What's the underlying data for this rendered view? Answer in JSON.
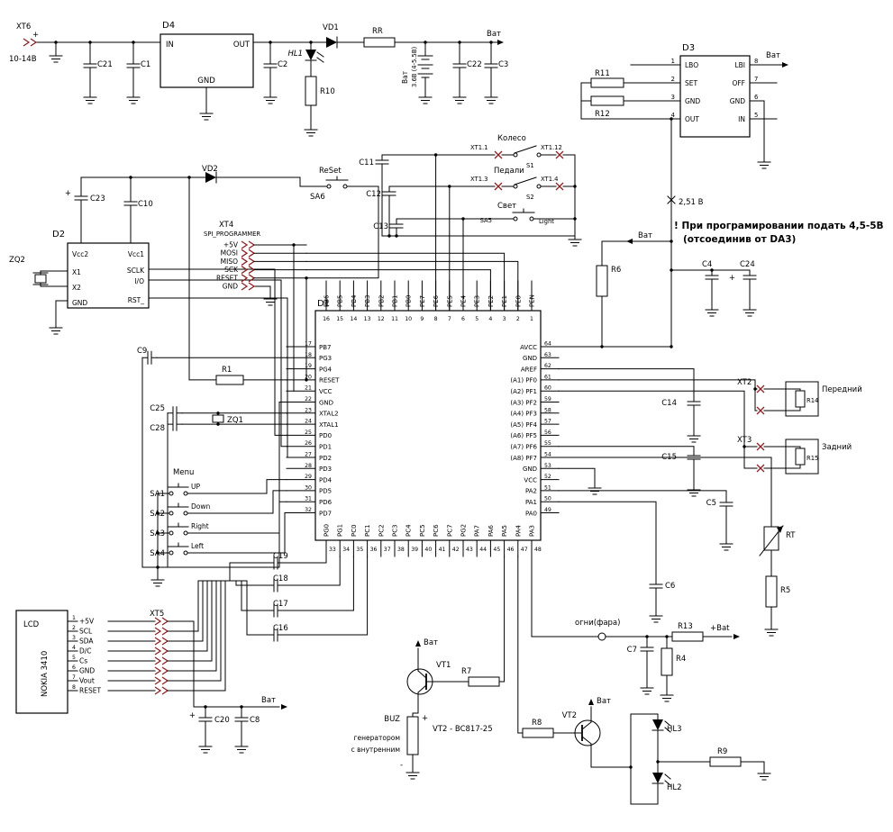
{
  "meta": {
    "bg": "#ffffff",
    "wire_color": "#000000",
    "connector_color": "#8b2323"
  },
  "sym": {
    "plus": "+",
    "minus": "-"
  },
  "power": {
    "xt6": "XT6",
    "input_range": "10-14В",
    "d4": {
      "ref": "D4",
      "pin_in": "IN",
      "pin_out": "OUT",
      "pin_gnd": "GND"
    },
    "hl1": "HL1",
    "vd1": "VD1",
    "battery_label": "Ват",
    "battery_voltage": "3.6В (4-5.5В)",
    "vbat_out": "Ват"
  },
  "supervisor": {
    "ref": "D3",
    "left_pins": [
      {
        "num": "1",
        "name": "LBO"
      },
      {
        "num": "2",
        "name": "SET"
      },
      {
        "num": "3",
        "name": "GND"
      },
      {
        "num": "4",
        "name": "OUT"
      }
    ],
    "right_pins": [
      {
        "num": "8",
        "name": "LBI"
      },
      {
        "num": "7",
        "name": "OFF"
      },
      {
        "num": "6",
        "name": "GND"
      },
      {
        "num": "5",
        "name": "IN"
      }
    ],
    "vbat": "Ват",
    "ref_point": "2,51 В",
    "warning_line1": "! При програмировании подать 4,5-5В",
    "warning_line2": "(отсоединив от DA3)",
    "vbat_feed": "Ват"
  },
  "rtc": {
    "ref": "D2",
    "vd2": "VD2",
    "zq2": "ZQ2",
    "pins": {
      "vcc2": "Vcc2",
      "vcc1": "Vcc1",
      "x1": "X1",
      "sclk": "SCLK",
      "io": "I/O",
      "x2": "X2",
      "gnd": "GND",
      "rst": "RST_"
    }
  },
  "inputs": {
    "reset_label": "ReSet",
    "sa6": "SA6",
    "wheel_label": "Колесо",
    "xt1_1": "XT1.1",
    "xt1_12": "XT1.12",
    "s1": "S1",
    "pedals_label": "Педали",
    "xt1_3": "XT1.3",
    "xt1_4": "XT1.4",
    "s2": "S2",
    "light_label": "Свет",
    "sa5": "SA5",
    "light_sw": "Light"
  },
  "spi": {
    "ref": "XT4",
    "title": "SPI_PROGRAMMER",
    "pins": [
      "+5V",
      "MOSI",
      "MISO",
      "SCK",
      "RESET",
      "GND"
    ]
  },
  "mcu": {
    "ref": "D1",
    "top_pins": [
      {
        "num": "16",
        "name": "PB6"
      },
      {
        "num": "15",
        "name": "PB5"
      },
      {
        "num": "14",
        "name": "PB4"
      },
      {
        "num": "13",
        "name": "PB3"
      },
      {
        "num": "12",
        "name": "PB2"
      },
      {
        "num": "11",
        "name": "PB1"
      },
      {
        "num": "10",
        "name": "PB0"
      },
      {
        "num": "9",
        "name": "PE7"
      },
      {
        "num": "8",
        "name": "PE6"
      },
      {
        "num": "7",
        "name": "PE5"
      },
      {
        "num": "6",
        "name": "PE4"
      },
      {
        "num": "5",
        "name": "PE3"
      },
      {
        "num": "4",
        "name": "PE2"
      },
      {
        "num": "3",
        "name": "PE1"
      },
      {
        "num": "2",
        "name": "PE0"
      },
      {
        "num": "1",
        "name": "PEN"
      }
    ],
    "left_pins": [
      {
        "num": "17",
        "name": "PB7"
      },
      {
        "num": "18",
        "name": "PG3"
      },
      {
        "num": "19",
        "name": "PG4"
      },
      {
        "num": "20",
        "name": "RESET"
      },
      {
        "num": "21",
        "name": "VCC"
      },
      {
        "num": "22",
        "name": "GND"
      },
      {
        "num": "23",
        "name": "XTAL2"
      },
      {
        "num": "24",
        "name": "XTAL1"
      },
      {
        "num": "25",
        "name": "PD0"
      },
      {
        "num": "26",
        "name": "PD1"
      },
      {
        "num": "27",
        "name": "PD2"
      },
      {
        "num": "28",
        "name": "PD3"
      },
      {
        "num": "29",
        "name": "PD4"
      },
      {
        "num": "30",
        "name": "PD5"
      },
      {
        "num": "31",
        "name": "PD6"
      },
      {
        "num": "32",
        "name": "PD7"
      }
    ],
    "right_pins": [
      {
        "num": "64",
        "name": "AVCC"
      },
      {
        "num": "63",
        "name": "GND"
      },
      {
        "num": "62",
        "name": "AREF"
      },
      {
        "num": "61",
        "name": "(A1) PF0"
      },
      {
        "num": "60",
        "name": "(A2) PF1"
      },
      {
        "num": "59",
        "name": "(A3) PF2"
      },
      {
        "num": "58",
        "name": "(A4) PF3"
      },
      {
        "num": "57",
        "name": "(A5) PF4"
      },
      {
        "num": "56",
        "name": "(A6) PF5"
      },
      {
        "num": "55",
        "name": "(A7) PF6"
      },
      {
        "num": "54",
        "name": "(A8) PF7"
      },
      {
        "num": "53",
        "name": "GND"
      },
      {
        "num": "52",
        "name": "VCC"
      },
      {
        "num": "51",
        "name": "PA2"
      },
      {
        "num": "50",
        "name": "PA1"
      },
      {
        "num": "49",
        "name": "PA0"
      }
    ],
    "bottom_pins": [
      {
        "num": "33",
        "name": "PG0"
      },
      {
        "num": "34",
        "name": "PG1"
      },
      {
        "num": "35",
        "name": "PC0"
      },
      {
        "num": "36",
        "name": "PC1"
      },
      {
        "num": "37",
        "name": "PC2"
      },
      {
        "num": "38",
        "name": "PC3"
      },
      {
        "num": "39",
        "name": "PC4"
      },
      {
        "num": "40",
        "name": "PC5"
      },
      {
        "num": "41",
        "name": "PC6"
      },
      {
        "num": "42",
        "name": "PC7"
      },
      {
        "num": "43",
        "name": "PG2"
      },
      {
        "num": "44",
        "name": "PA7"
      },
      {
        "num": "45",
        "name": "PA6"
      },
      {
        "num": "46",
        "name": "PA5"
      },
      {
        "num": "47",
        "name": "PA4"
      },
      {
        "num": "48",
        "name": "PA3"
      }
    ]
  },
  "clock": {
    "zq1": "ZQ1"
  },
  "buttons": {
    "menu": "Menu",
    "items": [
      {
        "ref": "SA1",
        "label": "UP"
      },
      {
        "ref": "SA2",
        "label": "Down"
      },
      {
        "ref": "SA3",
        "label": "Right"
      },
      {
        "ref": "SA4",
        "label": "Left"
      }
    ]
  },
  "lcd": {
    "name": "LCD",
    "model": "NOKIA 3410",
    "xt5": "XT5",
    "vbat": "Ват",
    "pins": [
      {
        "num": "1",
        "name": "+5V"
      },
      {
        "num": "2",
        "name": "SCL"
      },
      {
        "num": "3",
        "name": "SDA"
      },
      {
        "num": "4",
        "name": "D/C"
      },
      {
        "num": "5",
        "name": "Cs"
      },
      {
        "num": "6",
        "name": "GND"
      },
      {
        "num": "7",
        "name": "Vout"
      },
      {
        "num": "8",
        "name": "RESET"
      }
    ]
  },
  "outputs": {
    "vt1": "VT1",
    "vbat_vt1": "Ват",
    "buz": {
      "ref": "BUZ",
      "desc1": "генератором",
      "desc2": "с внутренним"
    },
    "vt2_part": "VT2 - BC817-25",
    "vt2": "VT2",
    "vbat_vt2": "Ват",
    "hl3": "HL3",
    "hl2": "HL2",
    "lamp_label": "огни(фара)",
    "plus_bat": "+Bat",
    "rt": "RT",
    "xt2": "XT2",
    "front_label": "Передний",
    "xt3": "XT3",
    "rear_label": "Задний"
  },
  "caps": {
    "c1": "C1",
    "c2": "C2",
    "c3": "C3",
    "c4": "C4",
    "c5": "C5",
    "c6": "C6",
    "c7": "C7",
    "c8": "C8",
    "c9": "C9",
    "c10": "C10",
    "c11": "C11",
    "c12": "C12",
    "c13": "C13",
    "c14": "C14",
    "c15": "C15",
    "c16": "C16",
    "c17": "C17",
    "c18": "C18",
    "c19": "C19",
    "c20": "C20",
    "c21": "C21",
    "c22": "C22",
    "c23": "C23",
    "c24": "C24",
    "c25": "C25",
    "c28": "C28"
  },
  "resistors": {
    "r1": "R1",
    "r4": "R4",
    "r5": "R5",
    "r6": "R6",
    "r7": "R7",
    "r8": "R8",
    "r9": "R9",
    "r10": "R10",
    "r11": "R11",
    "r12": "R12",
    "r13": "R13",
    "r14": "R14",
    "r15": "R15",
    "rr": "RR"
  }
}
